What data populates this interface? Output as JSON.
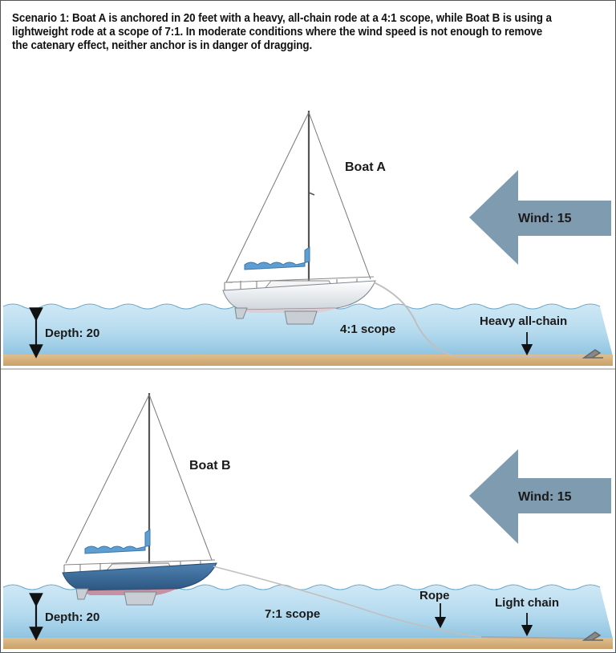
{
  "caption": {
    "lead": "Scenario 1",
    "text": ": Boat A is anchored in 20 feet with a heavy, all-chain rode at a 4:1 scope, while Boat B is using a lightweight rode at a scope of 7:1. In moderate conditions where the wind speed is not enough to remove the catenary effect, neither anchor is in danger of dragging."
  },
  "panel_a": {
    "boat_label": "Boat A",
    "wind_label": "Wind: 15",
    "depth_label": "Depth: 20",
    "scope_label": "4:1 scope",
    "rode_label": "Heavy all-chain"
  },
  "panel_b": {
    "boat_label": "Boat B",
    "wind_label": "Wind: 15",
    "depth_label": "Depth: 20",
    "scope_label": "7:1 scope",
    "rope_label": "Rope",
    "chain_label": "Light chain"
  },
  "colors": {
    "water_light": "#d4ebf6",
    "water_dark": "#8ec3e0",
    "seabed": "#d8b480",
    "wind_arrow": "#7f9bb0",
    "hull_a": "#ffffff",
    "hull_b": "#3d6f9e",
    "bimini": "#5d9ed3"
  }
}
